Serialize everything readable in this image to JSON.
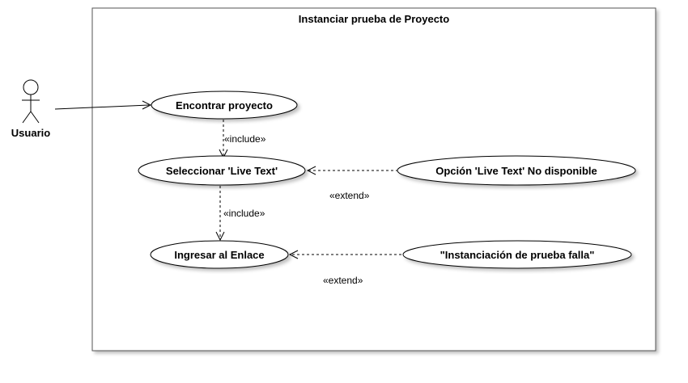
{
  "system": {
    "title": "Instanciar prueba de Proyecto"
  },
  "actor": {
    "name": "Usuario"
  },
  "use_cases": {
    "encontrar": "Encontrar proyecto",
    "seleccionar": "Seleccionar 'Live Text'",
    "ingresar": "Ingresar al Enlace",
    "opcion": "Opción 'Live Text' No disponible",
    "instanciacion": "\"Instanciación de prueba falla\""
  },
  "relations": {
    "include_1": "«include»",
    "include_2": "«include»",
    "extend_1": "«extend»",
    "extend_2": "«extend»"
  }
}
